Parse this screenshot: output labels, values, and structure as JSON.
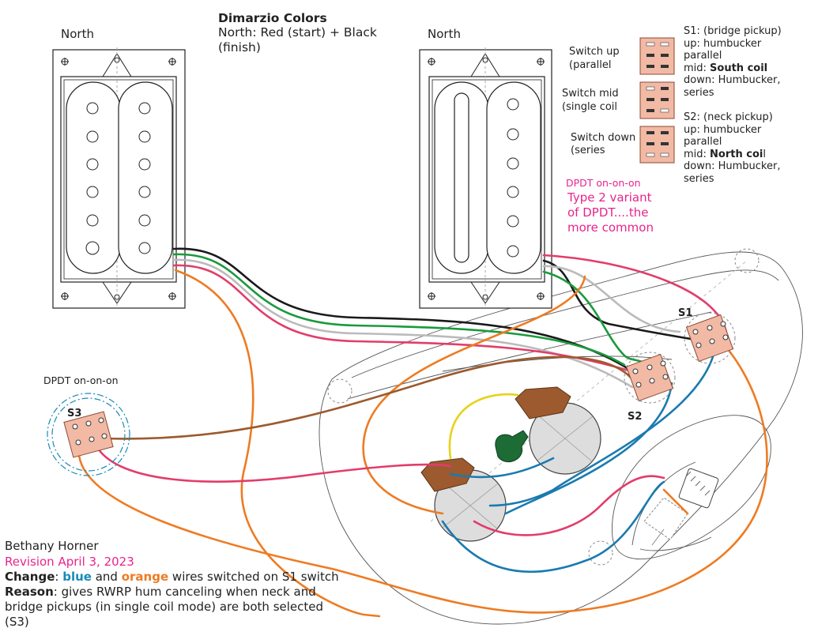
{
  "header": {
    "title": "Dimarzio Colors",
    "line1": "North: Red (start) + Black",
    "line2": "(finish)"
  },
  "pickups": {
    "bridge_label": "North",
    "neck_label": "North"
  },
  "switch_states": {
    "up_line1": "Switch up",
    "up_line2": "(parallel",
    "mid_line1": "Switch mid",
    "mid_line2": "(single coil",
    "down_line1": "Switch down",
    "down_line2": "(series"
  },
  "switch_notes": {
    "s1_lines": [
      "S1: (bridge pickup)",
      "up: humbucker",
      "parallel"
    ],
    "s1_mid_prefix": "mid: ",
    "s1_mid_bold": "South coil",
    "s1_down": "down: Humbucker,",
    "s1_series": "series",
    "s2_lines": [
      "S2: (neck pickup)",
      "up: humbucker",
      "parallel"
    ],
    "s2_mid_prefix": "mid: ",
    "s2_mid_bold": "North coi",
    "s2_mid_suffix": "l",
    "s2_down": "down: Humbucker,",
    "s2_series": "series"
  },
  "dpdt_note": {
    "small": "DPDT on-on-on",
    "line1": "Type 2 variant",
    "line2": "of DPDT....the",
    "line3": "more common"
  },
  "labels": {
    "s1": "S1",
    "s2": "S2",
    "s3": "S3",
    "s3_type": "DPDT on-on-on"
  },
  "footer": {
    "author": "Bethany Horner",
    "revision": "Revision April 3, 2023",
    "change_label": "Change",
    "change_pre": ": ",
    "change_blue": "blue",
    "change_and": " and ",
    "change_orange": "orange",
    "change_rest": " wires switched on S1 switch",
    "reason_label": "Reason",
    "reason_rest": ": gives RWRP hum canceling when neck and",
    "reason_line2": "bridge pickups (in single coil mode) are both  selected",
    "reason_line3": "(S3)"
  },
  "colors": {
    "wire_black": "#1a1a1a",
    "wire_green": "#1a9a3c",
    "wire_gray": "#bbbbbb",
    "wire_red": "#e23c6a",
    "wire_orange": "#ee7b22",
    "wire_blue": "#1a7ab0",
    "wire_brown": "#9c5a2e",
    "wire_yellow": "#e8d21a",
    "switch_fill": "#f2b9a4",
    "pot_fill": "#dddddd",
    "cap_fill": "#1d6b35",
    "accent_pink": "#e8248c",
    "accent_blue": "#1a8ab8",
    "accent_orange": "#ee7b22"
  }
}
